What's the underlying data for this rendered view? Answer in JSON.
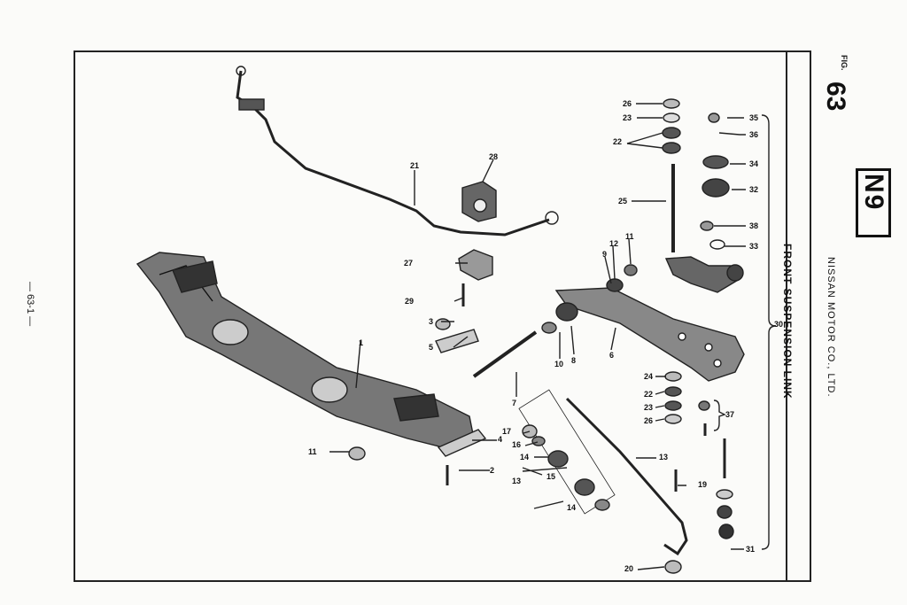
{
  "header": {
    "fig_label": "FIG.",
    "fig_number": "63",
    "code": "N9",
    "company": "NISSAN MOTOR CO., LTD.",
    "title": "FRONT SUSPENSION LINK",
    "page_number": "— 63-1 —"
  },
  "callouts": {
    "c1": "1",
    "c2": "2",
    "c3": "3",
    "c4": "4",
    "c5": "5",
    "c6": "6",
    "c7": "7",
    "c8": "8",
    "c9": "9",
    "c10": "10",
    "c11a": "11",
    "c11b": "11",
    "c12": "12",
    "c13a": "13",
    "c13b": "13",
    "c14a": "14",
    "c14b": "14",
    "c15": "15",
    "c16": "16",
    "c17": "17",
    "c19": "19",
    "c20": "20",
    "c21": "21",
    "c22a": "22",
    "c22b": "22",
    "c23a": "23",
    "c23b": "23",
    "c24": "24",
    "c25": "25",
    "c26a": "26",
    "c26b": "26",
    "c27": "27",
    "c28": "28",
    "c29": "29",
    "c30": "30",
    "c31": "31",
    "c32": "32",
    "c33": "33",
    "c34": "34",
    "c35": "35",
    "c36": "36",
    "c37": "37",
    "c38": "38"
  }
}
